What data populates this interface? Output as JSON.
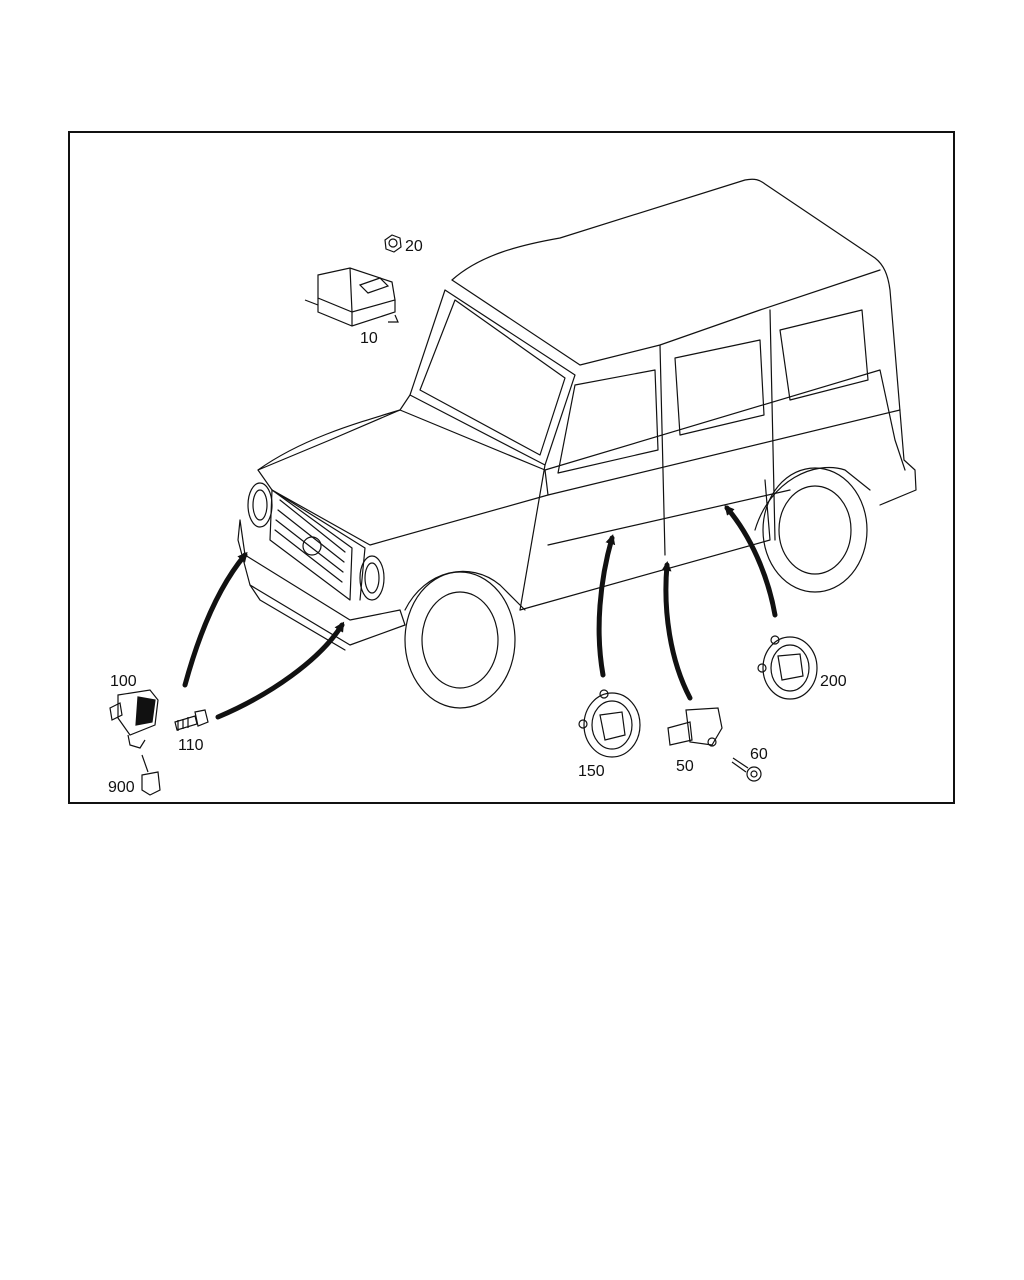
{
  "diagram": {
    "vehicle": "suv-side-front-view",
    "line_color": "#111111",
    "background": "#ffffff",
    "callouts": {
      "c10": "10",
      "c20": "20",
      "c50": "50",
      "c60": "60",
      "c100": "100",
      "c110": "110",
      "c150": "150",
      "c200": "200",
      "c900": "900"
    }
  }
}
